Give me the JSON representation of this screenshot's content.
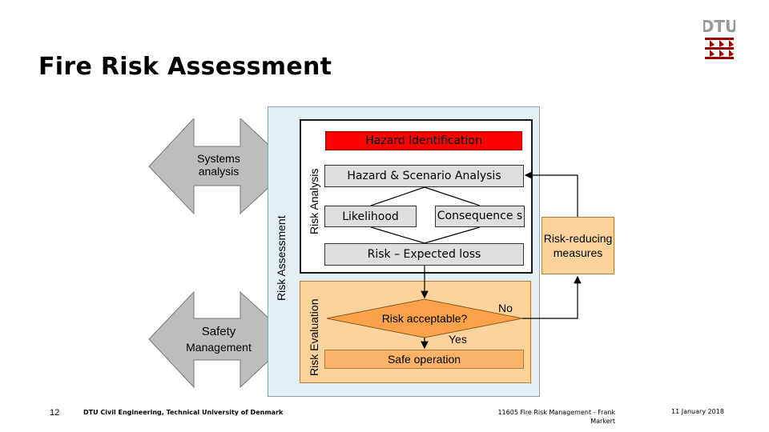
{
  "slide": {
    "title": "Fire Risk Assessment",
    "page_number": "12",
    "footer_left": "DTU Civil Engineering, Technical University of Denmark",
    "footer_center": "11605 Fire Risk Management - Frank Markert",
    "footer_right": "11 January 2018",
    "logo_text": "DTU"
  },
  "diagram": {
    "hazard_identification": "Hazard Identification",
    "hazard_scenario_analysis": "Hazard & Scenario Analysis",
    "likelihood": "Likelihood",
    "consequence": "Consequence s",
    "risk_expected_loss": "Risk – Expected loss",
    "risk_acceptable": "Risk acceptable?",
    "yes": "Yes",
    "no": "No",
    "safe_operation": "Safe operation",
    "risk_reducing": "Risk-reducing measures",
    "risk_analysis": "Risk Analysis",
    "risk_evaluation": "Risk Evaluation",
    "risk_assessment": "Risk Assessment",
    "systems_analysis": "Systems analysis",
    "safety": "Safety",
    "management": "Management"
  },
  "colors": {
    "hazard_red": "#ff0000",
    "evaluation_orange": "#fcd49b",
    "decision_orange": "#f9a24a",
    "dtu_red": "#990000"
  }
}
